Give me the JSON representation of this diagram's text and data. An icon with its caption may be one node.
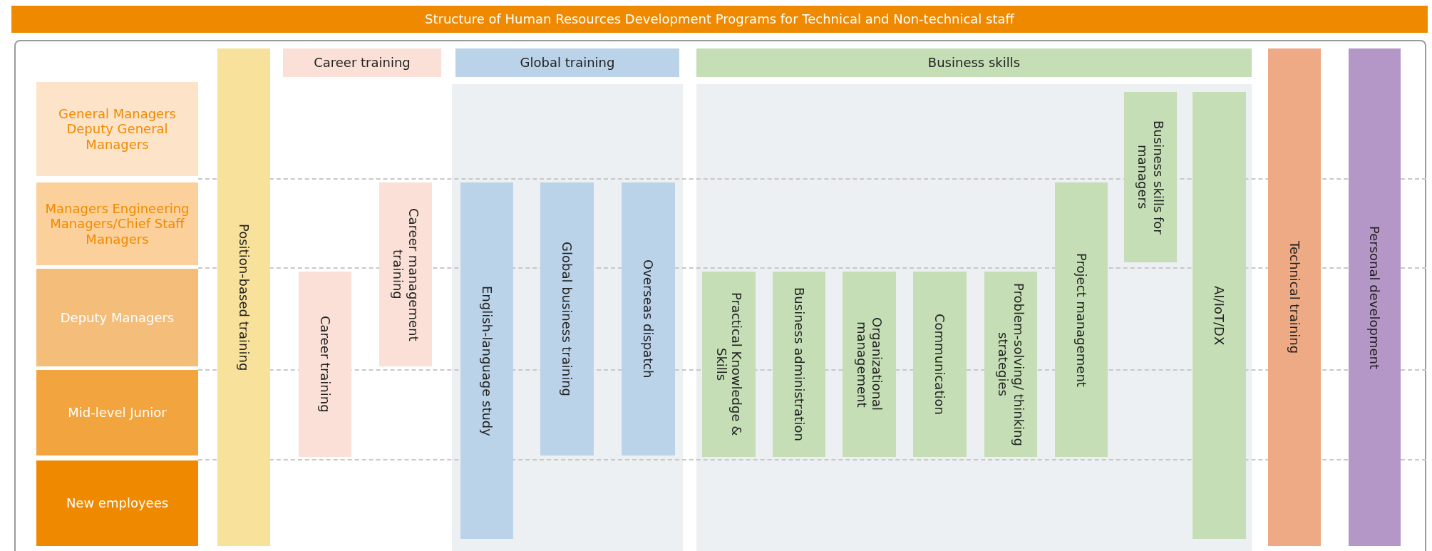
{
  "diagram": {
    "title": "Structure of Human Resources Development Programs for Technical and Non-technical staff",
    "nodes": [
      {
        "text": [
          "General Managers Deputy General Managers"
        ]
      },
      {
        "text": [
          "Managers Engineering Managers/Chief Staff Managers"
        ]
      },
      {
        "text": [
          "Deputy Managers"
        ]
      },
      {
        "text": [
          "Mid-level Junior"
        ]
      },
      {
        "text": [
          "New employees"
        ]
      },
      {
        "text": [
          "Position-based training"
        ]
      },
      {
        "text": [
          "Career training"
        ]
      },
      {
        "text": [
          "Career training"
        ]
      },
      {
        "text": [
          "Career management training"
        ]
      },
      {
        "text": [
          "Global training"
        ]
      },
      {
        "text": [
          "English-language study"
        ]
      },
      {
        "text": [
          "Global business training"
        ]
      },
      {
        "text": [
          "Overseas dispatch"
        ]
      },
      {
        "text": [
          "Business skills"
        ]
      },
      {
        "text": [
          "Practical Knowledge & Skills"
        ]
      },
      {
        "text": [
          "Business administration"
        ]
      },
      {
        "text": [
          "Organizational management"
        ]
      },
      {
        "text": [
          "Communication"
        ]
      },
      {
        "text": [
          "Problem-solving/ thinking strategies"
        ]
      },
      {
        "text": [
          "Project management"
        ]
      },
      {
        "text": [
          "Business skills for managers"
        ]
      },
      {
        "text": [
          "AI/IoT/DX"
        ]
      },
      {
        "text": [
          "Technical training"
        ]
      },
      {
        "text": [
          "Personal development"
        ]
      }
    ]
  }
}
